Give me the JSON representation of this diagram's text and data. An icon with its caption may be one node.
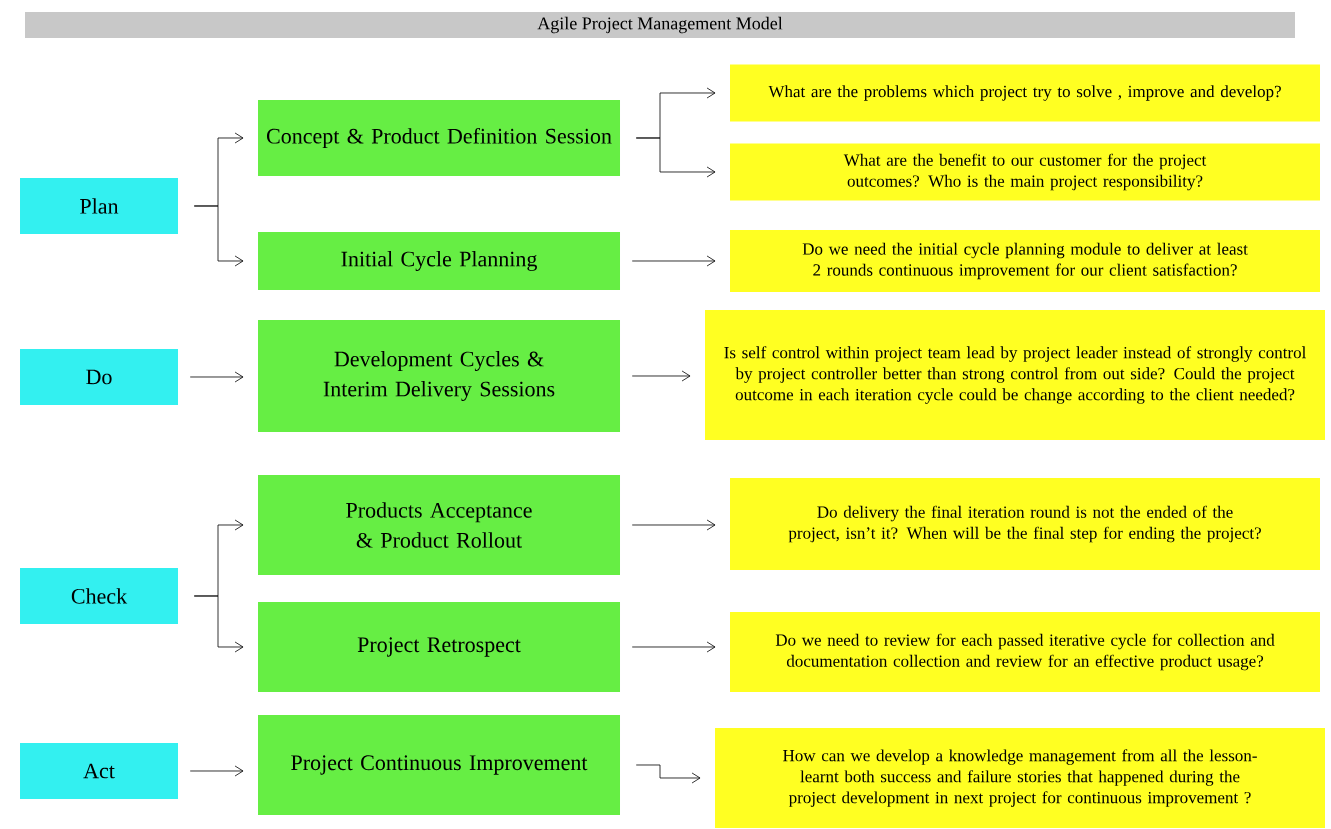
{
  "diagram": {
    "title": "Agile Project Management Model",
    "nodes": [
      {
        "text": [
          "Plan"
        ]
      },
      {
        "text": [
          "Concept & Product Definition Session"
        ]
      },
      {
        "text": [
          "Initial Cycle Planning"
        ]
      },
      {
        "text": [
          "What are the  problems which project try to solve , improve and develop?"
        ]
      },
      {
        "text": [
          "What are the benefit to our customer for the project outcomes? Who is the main project responsibility?"
        ]
      },
      {
        "text": [
          "Do we need the initial cycle planning module to deliver at least 2 rounds continuous improvement for our client satisfaction?"
        ]
      },
      {
        "text": [
          "Do"
        ]
      },
      {
        "text": [
          "Development Cycles & Interim Delivery Sessions"
        ]
      },
      {
        "text": [
          "Is self control within project team lead by  project leader instead of strongly control by project controller better than strong control from out side? Could the project outcome in each iteration cycle could be change according to the client needed?"
        ]
      },
      {
        "text": [
          "Check"
        ]
      },
      {
        "text": [
          "Products  Acceptance & Product Rollout"
        ]
      },
      {
        "text": [
          "Project Retrospect"
        ]
      },
      {
        "text": [
          "Do delivery the final iteration round is not the ended of the project, isn’t it? When will be the final step for ending the project?"
        ]
      },
      {
        "text": [
          "Do we need to review for each passed iterative cycle for collection and documentation collection and review for an effective product usage?"
        ]
      },
      {
        "text": [
          "Act"
        ]
      },
      {
        "text": [
          "Project  Continuous Improvement"
        ]
      },
      {
        "text": [
          "How can we develop a knowledge management from all the lesson-learnt both success and failure stories that happened during the project development in next project for continuous improvement ?"
        ]
      }
    ],
    "edges": [
      {
        "from": 0,
        "to": 1,
        "arrow": "to"
      },
      {
        "from": 0,
        "to": 2,
        "arrow": "to"
      },
      {
        "from": 1,
        "to": 3,
        "arrow": "to"
      },
      {
        "from": 1,
        "to": 4,
        "arrow": "to"
      },
      {
        "from": 2,
        "to": 5,
        "arrow": "to"
      },
      {
        "from": 6,
        "to": 7,
        "arrow": "to"
      },
      {
        "from": 7,
        "to": 8,
        "arrow": "to"
      },
      {
        "from": 9,
        "to": 10,
        "arrow": "to"
      },
      {
        "from": 9,
        "to": 11,
        "arrow": "to"
      },
      {
        "from": 10,
        "to": 12,
        "arrow": "to"
      },
      {
        "from": 11,
        "to": 13,
        "arrow": "to"
      },
      {
        "from": 14,
        "to": 15,
        "arrow": "to"
      },
      {
        "from": 15,
        "to": 16,
        "arrow": "to"
      }
    ]
  }
}
